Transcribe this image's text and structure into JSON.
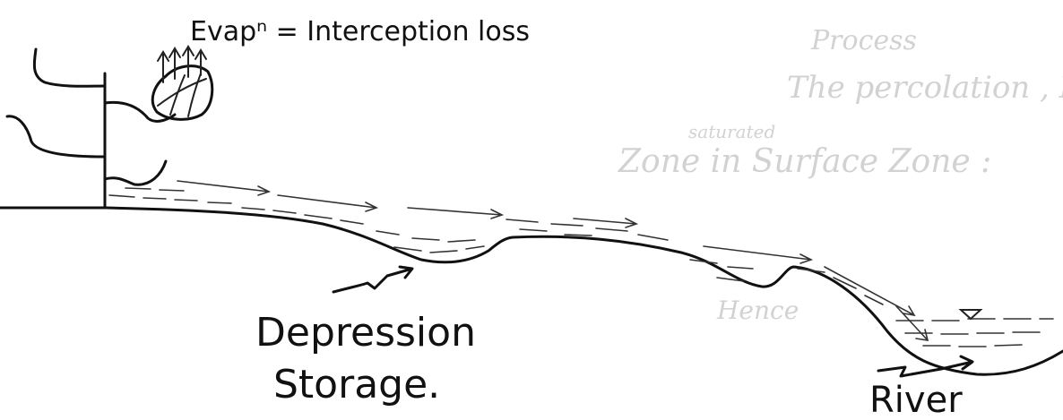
{
  "labels": {
    "evap": "Evapⁿ = Interception loss",
    "depression_line1": "Depression",
    "depression_line2": "Storage.",
    "river": "River"
  },
  "bleed_through": {
    "line1": "Process",
    "line2": "The percolation , Infiltration , Vadose",
    "line3": "saturated",
    "line4": "Zone in Surface Zone :",
    "line5": "Hence"
  },
  "colors": {
    "ink": "#111111",
    "bleed": "#d2d2d2",
    "background": "#ffffff"
  }
}
